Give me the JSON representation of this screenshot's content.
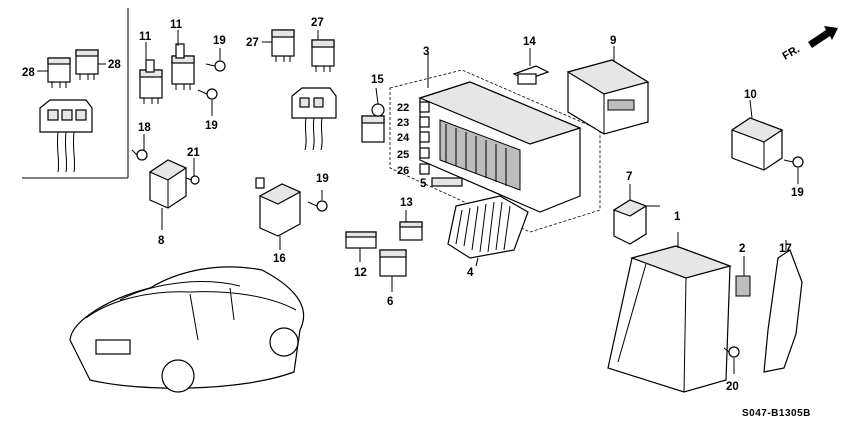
{
  "diagram": {
    "direction_label": "FR.",
    "code": "S047-B1305B",
    "parts": [
      {
        "id": "p1",
        "number": "1"
      },
      {
        "id": "p2",
        "number": "2"
      },
      {
        "id": "p3",
        "number": "3"
      },
      {
        "id": "p4",
        "number": "4"
      },
      {
        "id": "p5",
        "number": "5"
      },
      {
        "id": "p6",
        "number": "6"
      },
      {
        "id": "p7",
        "number": "7"
      },
      {
        "id": "p8",
        "number": "8"
      },
      {
        "id": "p9",
        "number": "9"
      },
      {
        "id": "p10",
        "number": "10"
      },
      {
        "id": "p11a",
        "number": "11"
      },
      {
        "id": "p11b",
        "number": "11"
      },
      {
        "id": "p12",
        "number": "12"
      },
      {
        "id": "p13",
        "number": "13"
      },
      {
        "id": "p14",
        "number": "14"
      },
      {
        "id": "p15",
        "number": "15"
      },
      {
        "id": "p16",
        "number": "16"
      },
      {
        "id": "p17",
        "number": "17"
      },
      {
        "id": "p18",
        "number": "18"
      },
      {
        "id": "p19a",
        "number": "19"
      },
      {
        "id": "p19b",
        "number": "19"
      },
      {
        "id": "p19c",
        "number": "19"
      },
      {
        "id": "p19d",
        "number": "19"
      },
      {
        "id": "p20",
        "number": "20"
      },
      {
        "id": "p21",
        "number": "21"
      },
      {
        "id": "p22",
        "number": "22"
      },
      {
        "id": "p23",
        "number": "23"
      },
      {
        "id": "p24",
        "number": "24"
      },
      {
        "id": "p25",
        "number": "25"
      },
      {
        "id": "p26",
        "number": "26"
      },
      {
        "id": "p27a",
        "number": "27"
      },
      {
        "id": "p27b",
        "number": "27"
      },
      {
        "id": "p28a",
        "number": "28"
      },
      {
        "id": "p28b",
        "number": "28"
      }
    ]
  }
}
